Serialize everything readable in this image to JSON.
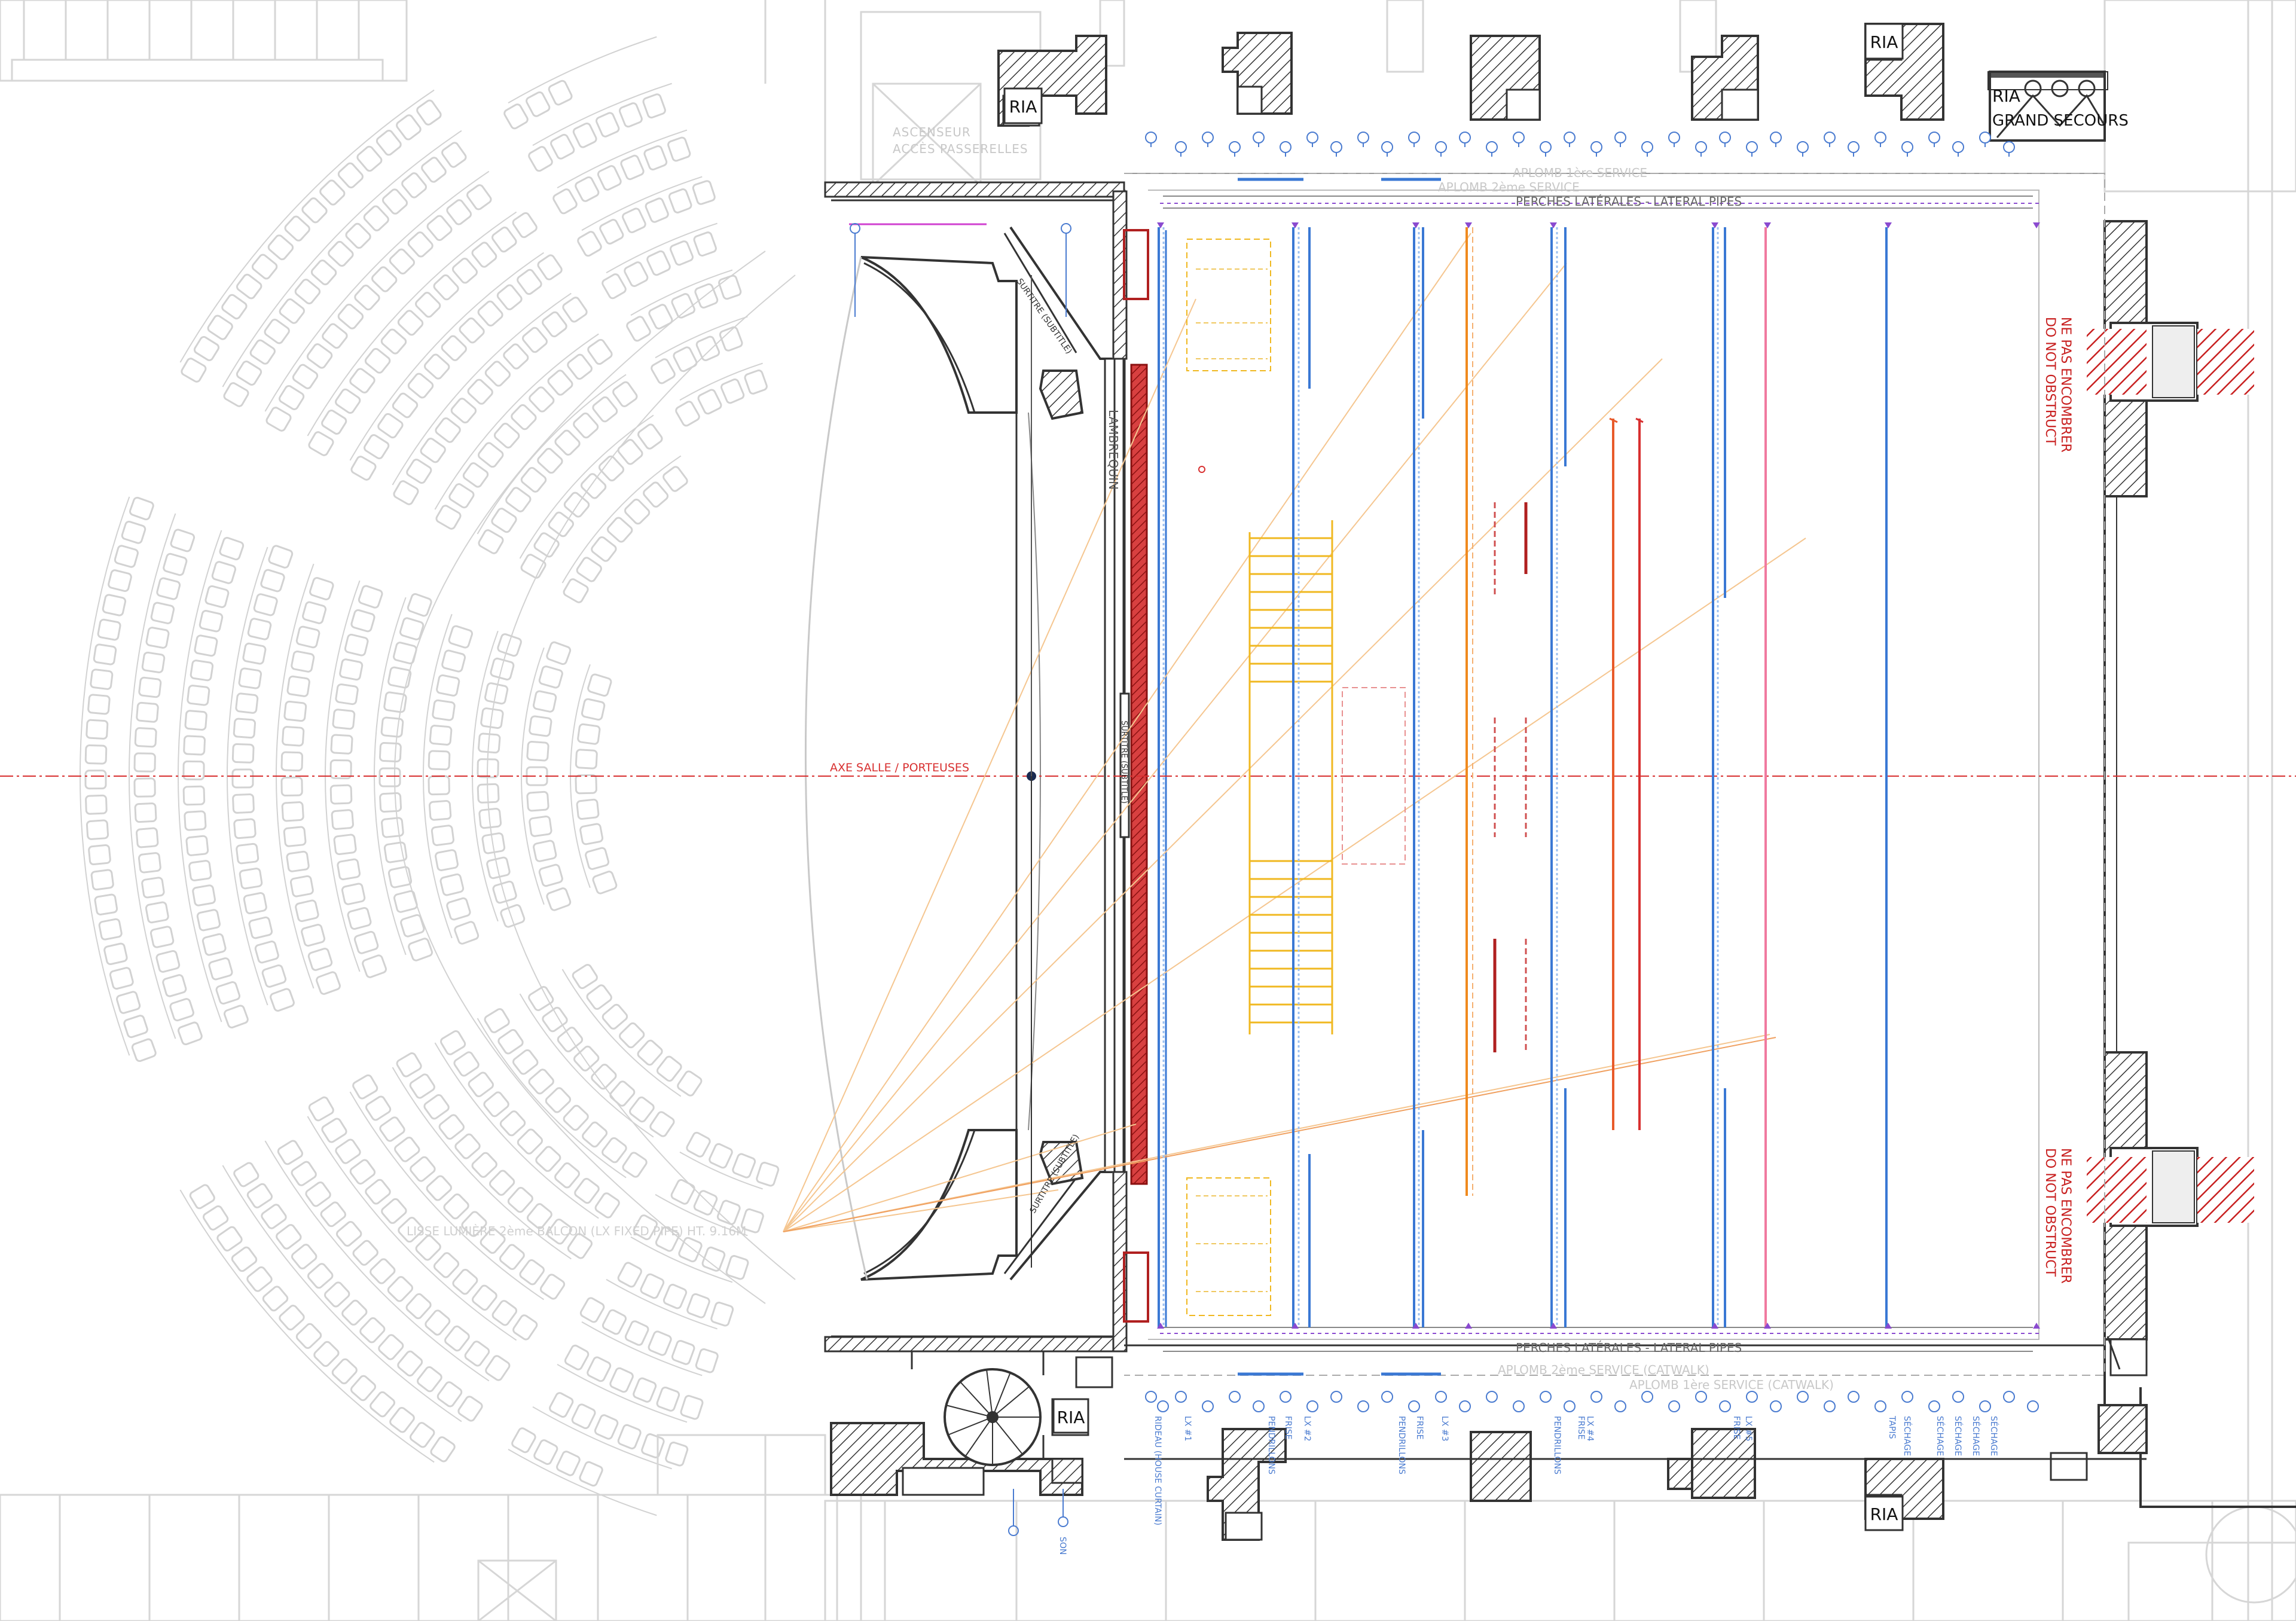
{
  "labels": {
    "ascenseur": "ASCENSEUR",
    "acces_passerelles": "ACCÈS PASSERELLES",
    "aplomb_1": "APLOMB 1ère SERVICE",
    "aplomb_2": "APLOMB 2ème SERVICE",
    "aplomb_2_catwalk": "APLOMB 2ème SERVICE (CATWALK)",
    "aplomb_1_catwalk": "APLOMB 1ère SERVICE (CATWALK)",
    "perches_top": "PERCHES LATÉRALES - LATERAL PIPES",
    "perches_bottom": "PERCHES LATÉRALES - LATERAL PIPES",
    "axe": "AXE SALLE / PORTEUSES",
    "lambrequin": "LAMBREQUIN",
    "surtitle_left_top": "SURTITRE (SUBTITLE)",
    "surtitle_left_bottom": "SURTITRE (SUBTITLE)",
    "surtitle_center": "SURTITRE (SUBTITLE)",
    "lisse": "LISSE LUMIÈRE 2ème BALCON (LX FIXED PIPE) HT. 9.16M",
    "ria_tl": "RIA",
    "ria_tr": "RIA",
    "ria_bl": "RIA",
    "ria_br": "RIA",
    "ria_gs": "RIA",
    "grand_secours": "GRAND SECOURS",
    "ne_pas_1": "NE PAS ENCOMBRER",
    "do_not_1": "DO NOT OBSTRUCT",
    "ne_pas_2": "NE PAS ENCOMBRER",
    "do_not_2": "DO NOT OBSTRUCT",
    "son": "SON"
  },
  "bottom_pipe_labels": [
    "RIDEAU (HOUSE CURTAIN)",
    "LX #1",
    "PENDRILLONS",
    "FRISE",
    "LX #2",
    "PENDRILLONS",
    "FRISE",
    "LX #3",
    "PENDRILLONS",
    "FRISE",
    "LX #4",
    "FRISE",
    "LX #5",
    "TAPIS",
    "SÉCHAGE",
    "SÉCHAGE",
    "SÉCHAGE",
    "SÉCHAGE",
    "SÉCHAGE"
  ],
  "colors": {
    "background": "#ffffff",
    "ghost": "#d2d2d2",
    "wall": "#333333",
    "batten": "#3a78d4",
    "annotation_blue": "#4a7bd0",
    "red_axis": "#d83030",
    "dark_red": "#b02020",
    "hatch_red": "#c82020",
    "orange": "#f08a1e",
    "yellow": "#f0b820",
    "pink": "#f07aa0",
    "orange_red": "#e85a2a",
    "purple": "#8a4ad0",
    "magenta": "#d040d0"
  }
}
